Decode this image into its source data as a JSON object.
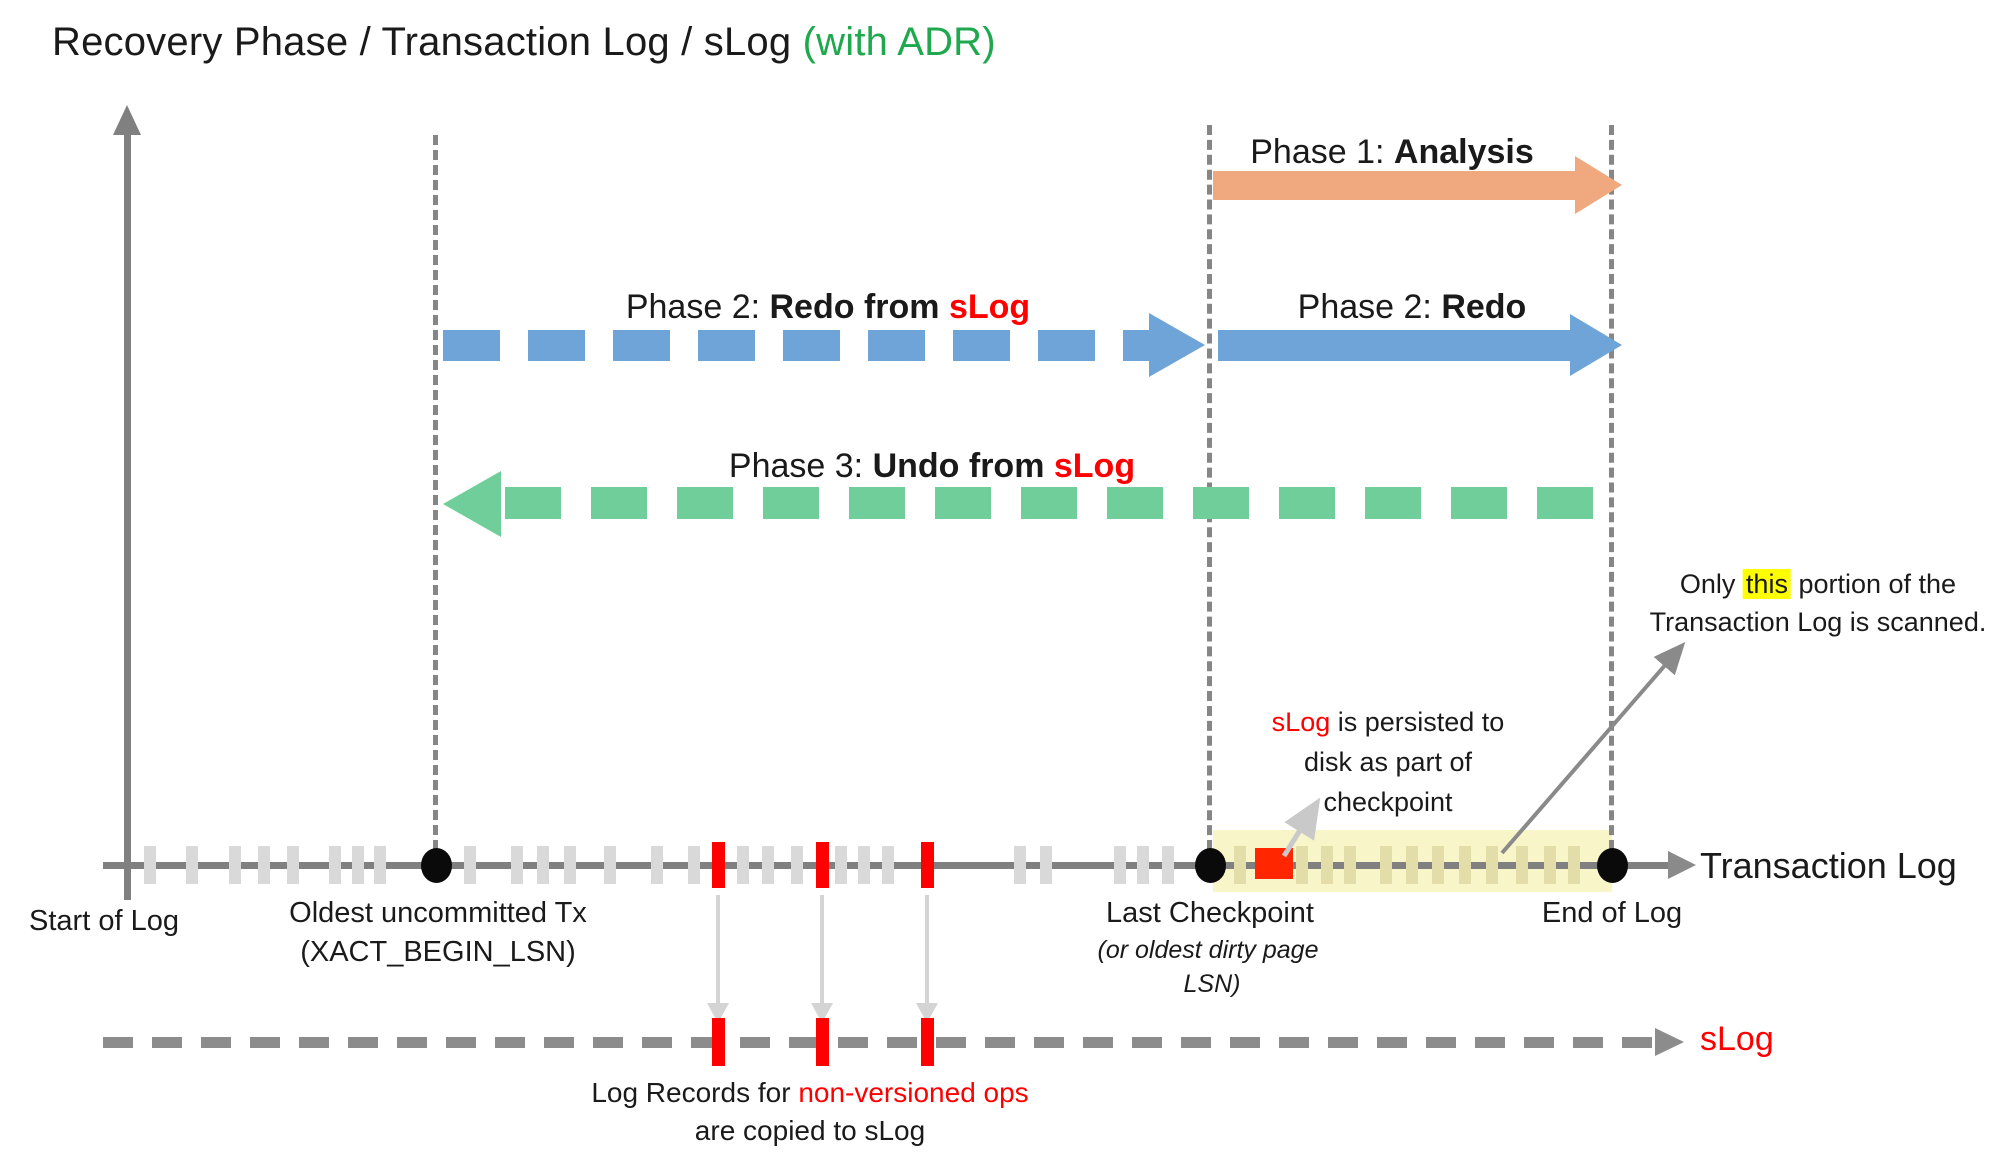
{
  "title": {
    "main": "Recovery Phase / Transaction Log / sLog ",
    "suffix": "(with ADR)"
  },
  "colors": {
    "title_accent_green": "#1FA84D",
    "analysis_orange": "#F0A87E",
    "redo_blue": "#6FA4D8",
    "undo_green": "#6FCE9A",
    "slog_red": "#FF0000",
    "checkpoint_square_red": "#FF2600",
    "scanned_band_yellow": "#F8F5C9",
    "highlight_yellow": "#FFFF00",
    "axis_gray": "#808080",
    "tick_gray": "#D9D9D9",
    "tick_khaki": "#E3DEA9"
  },
  "phases": {
    "phase1": {
      "prefix": "Phase 1: ",
      "bold": "Analysis"
    },
    "phase2_slog": {
      "prefix": "Phase 2: ",
      "bold": "Redo from ",
      "red": "sLog"
    },
    "phase2": {
      "prefix": "Phase 2: ",
      "bold": "Redo"
    },
    "phase3": {
      "prefix": "Phase 3: ",
      "bold": "Undo from ",
      "red": "sLog"
    }
  },
  "timeline": {
    "label": "Transaction Log",
    "markers": {
      "start": {
        "label": "Start of Log"
      },
      "oldest": {
        "label": "Oldest uncommitted Tx",
        "sublabel": "(XACT_BEGIN_LSN)"
      },
      "checkpoint": {
        "label": "Last Checkpoint",
        "sublabel_line1": "(or oldest dirty page",
        "sublabel_line2": "LSN)"
      },
      "end": {
        "label": "End of Log"
      }
    },
    "gray_tick_x": [
      150,
      192,
      235,
      264,
      293,
      335,
      358,
      380,
      470,
      517,
      543,
      570,
      610,
      657,
      694,
      743,
      768,
      797,
      841,
      864,
      888,
      1020,
      1046,
      1120,
      1143,
      1168
    ],
    "khaki_tick_x": [
      1240,
      1302,
      1327,
      1350,
      1386,
      1412,
      1438,
      1465,
      1492,
      1522,
      1550,
      1574
    ],
    "red_tick_x": [
      718,
      822,
      927
    ],
    "dot_x": [
      436,
      1210,
      1612
    ]
  },
  "slog": {
    "label": "sLog"
  },
  "notes": {
    "scanned": {
      "pre": "Only ",
      "highlight": "this",
      "post": " portion of the",
      "line2": "Transaction Log is scanned."
    },
    "persisted": {
      "red": "sLog",
      "line1_rest": " is persisted to",
      "line2": "disk as part of",
      "line3": "checkpoint"
    },
    "copied": {
      "line1_pre": "Log Records for ",
      "line1_red": "non-versioned ops",
      "line2": "are copied to sLog"
    }
  }
}
